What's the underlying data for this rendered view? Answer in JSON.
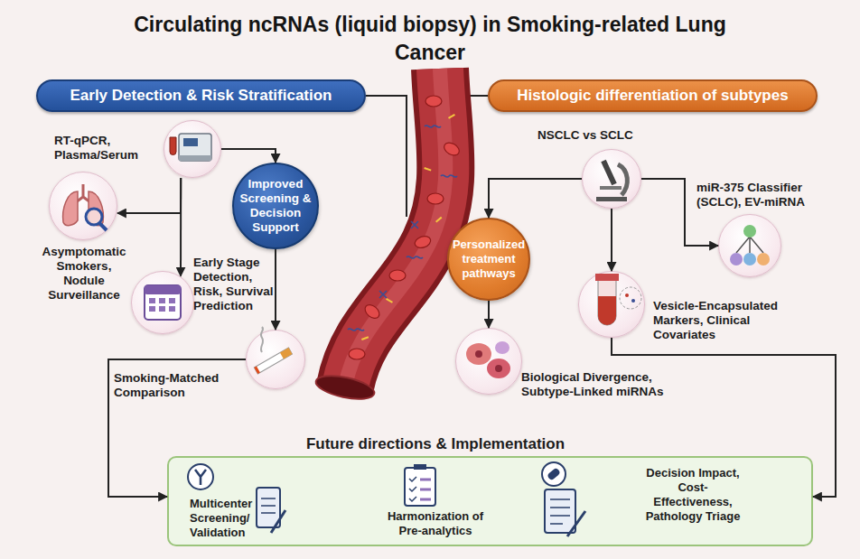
{
  "diagram": {
    "title": "Circulating ncRNAs (liquid biopsy) in Smoking-related Lung Cancer",
    "nodes": [
      {
        "text": [
          "Early Detection & Risk Stratification"
        ]
      },
      {
        "text": [
          "Histologic differentiation of subtypes"
        ]
      },
      {
        "text": [
          "RT-qPCR, Plasma/Serum"
        ]
      },
      {
        "text": [
          "Asymptomatic Smokers, Nodule Surveillance"
        ]
      },
      {
        "text": [
          "Early Stage Detection, Risk, Survival Prediction"
        ]
      },
      {
        "text": [
          "Improved Screening & Decision Support"
        ]
      },
      {
        "text": [
          "Smoking-Matched Comparison"
        ]
      },
      {
        "text": [
          "NSCLC vs SCLC"
        ]
      },
      {
        "text": [
          "miR-375 Classifier (SCLC), EV-miRNA"
        ]
      },
      {
        "text": [
          "Personalized treatment pathways"
        ]
      },
      {
        "text": [
          "Vesicle-Encapsulated Markers, Clinical Covariates"
        ]
      },
      {
        "text": [
          "Biological Divergence, Subtype-Linked miRNAs"
        ]
      },
      {
        "text": [
          "Future directions & Implementation"
        ]
      },
      {
        "text": [
          "Multicenter Screening/ Validation"
        ],
        "in": 12
      },
      {
        "text": [
          "Harmonization of Pre-analytics"
        ],
        "in": 12
      },
      {
        "text": [
          "Decision Impact, Cost-Effectiveness, Pathology Triage"
        ],
        "in": 12
      }
    ],
    "edges": [
      {
        "from": 2,
        "to": 3,
        "arrow": "to"
      },
      {
        "from": 2,
        "to": 4,
        "arrow": "to"
      },
      {
        "from": 2,
        "to": 5,
        "arrow": "to"
      },
      {
        "from": 5,
        "to": 6,
        "arrow": "to"
      },
      {
        "from": 6,
        "to": 12,
        "arrow": "to"
      },
      {
        "from": 7,
        "to": 9,
        "arrow": "to"
      },
      {
        "from": 7,
        "to": 10,
        "arrow": "to"
      },
      {
        "from": 7,
        "to": 8,
        "arrow": "to"
      },
      {
        "from": 9,
        "to": 11,
        "arrow": "to"
      },
      {
        "from": 10,
        "to": 12,
        "arrow": "to"
      }
    ]
  }
}
